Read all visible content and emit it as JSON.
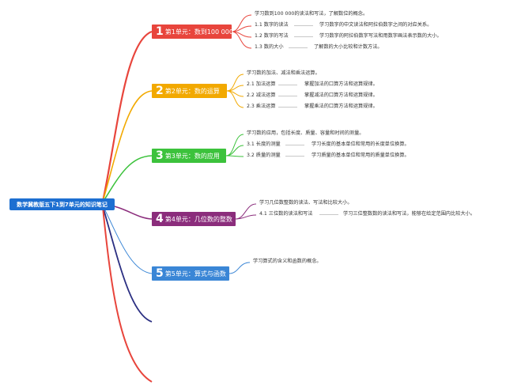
{
  "root": {
    "title": "数学冀教版五下1到7单元的知识笔记"
  },
  "colors": {
    "root": "#1d6fd1",
    "u1": "#e8453c",
    "u2": "#f2a900",
    "u3": "#3cc23c",
    "u4": "#8b2d7c",
    "u5": "#3a86d6",
    "extra": "#2b2f82"
  },
  "units": [
    {
      "num": "1",
      "label": "第1单元：数到100 000",
      "intro": "学习数到100 000的读法和写法，了解数位的概念。",
      "items": [
        {
          "title": "1.1 数字的读法",
          "desc": "学习数字的中文读法和阿拉伯数字之间的对应关系。"
        },
        {
          "title": "1.2 数字的写法",
          "desc": "学习数字的阿拉伯数字写法和用数字画法表示数的大小。"
        },
        {
          "title": "1.3 数的大小",
          "desc": "了解数的大小比较和计数方法。"
        }
      ]
    },
    {
      "num": "2",
      "label": "第2单元：数的运算",
      "intro": "学习数的加法、减法和乘法运算。",
      "items": [
        {
          "title": "2.1 加法运算",
          "desc": "掌握加法的口算方法和运算规律。"
        },
        {
          "title": "2.2 减法运算",
          "desc": "掌握减法的口算方法和运算规律。"
        },
        {
          "title": "2.3 乘法运算",
          "desc": "掌握乘法的口算方法和运算规律。"
        }
      ]
    },
    {
      "num": "3",
      "label": "第3单元：数的应用",
      "intro": "学习数的应用，包括长度、质量、容量和时间的测量。",
      "items": [
        {
          "title": "3.1 长度的测量",
          "desc": "学习长度的基本单位和常用的长度单位换算。"
        },
        {
          "title": "3.2 质量的测量",
          "desc": "学习质量的基本单位和常用的质量单位换算。"
        }
      ]
    },
    {
      "num": "4",
      "label": "第4单元：几位数的整数",
      "intro": "学习几位数整数的读法、写法和比较大小。",
      "items": [
        {
          "title": "4.1 三位数的读法和写法",
          "desc": "学习三位整数数的读法和写法，能够在给定范围内比较大小。"
        }
      ]
    },
    {
      "num": "5",
      "label": "第5单元：算式与函数",
      "intro": "学习算式的含义和函数的概念。",
      "items": []
    }
  ]
}
